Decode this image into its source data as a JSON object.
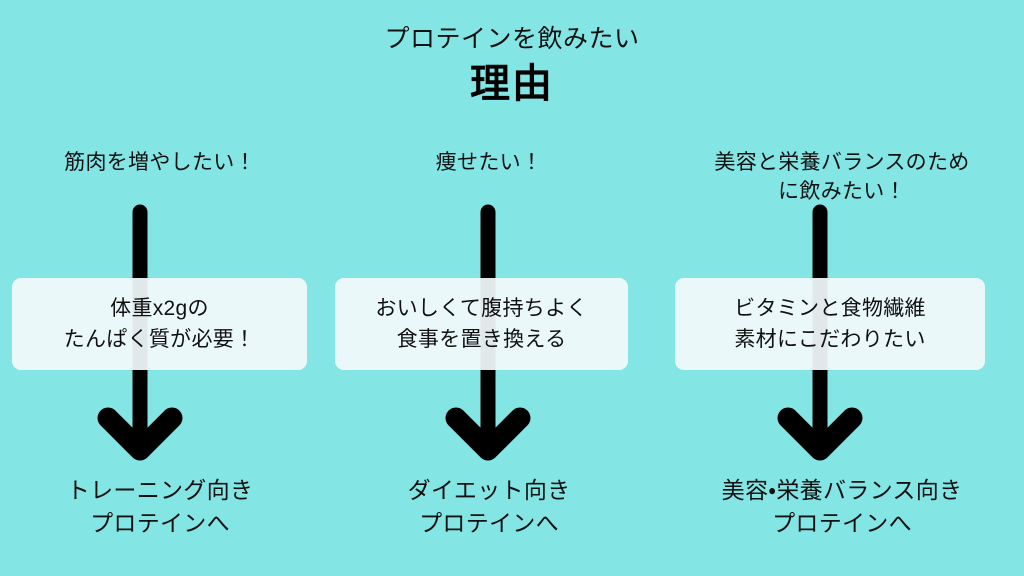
{
  "theme": {
    "background_color": "#84E5E5",
    "card_color": "#F2FAFC",
    "text_color": "#111111",
    "arrow_color": "#000000"
  },
  "title": {
    "kicker": "プロテインを飲みたい",
    "main": "理由"
  },
  "columns": [
    {
      "id": "muscle",
      "heading_lines": [
        "筋肉を増やしたい！"
      ],
      "card_lines": [
        "体重x2gの",
        "たんぱく質が必要！"
      ],
      "footer_lines": [
        "トレーニング向き",
        "プロテインへ"
      ],
      "arrow_icon": "down-arrow-icon"
    },
    {
      "id": "diet",
      "heading_lines": [
        "痩せたい！"
      ],
      "card_lines": [
        "おいしくて腹持ちよく",
        "食事を置き換える"
      ],
      "footer_lines": [
        "ダイエット向き",
        "プロテインへ"
      ],
      "arrow_icon": "down-arrow-icon"
    },
    {
      "id": "beauty",
      "heading_lines": [
        "美容と栄養バランスのため",
        "に飲みたい！"
      ],
      "card_lines": [
        "ビタミンと食物繊維",
        "素材にこだわりたい"
      ],
      "footer_lines": [
        "美容・栄養バランス向き",
        "プロテインへ"
      ],
      "arrow_icon": "down-arrow-icon"
    }
  ]
}
